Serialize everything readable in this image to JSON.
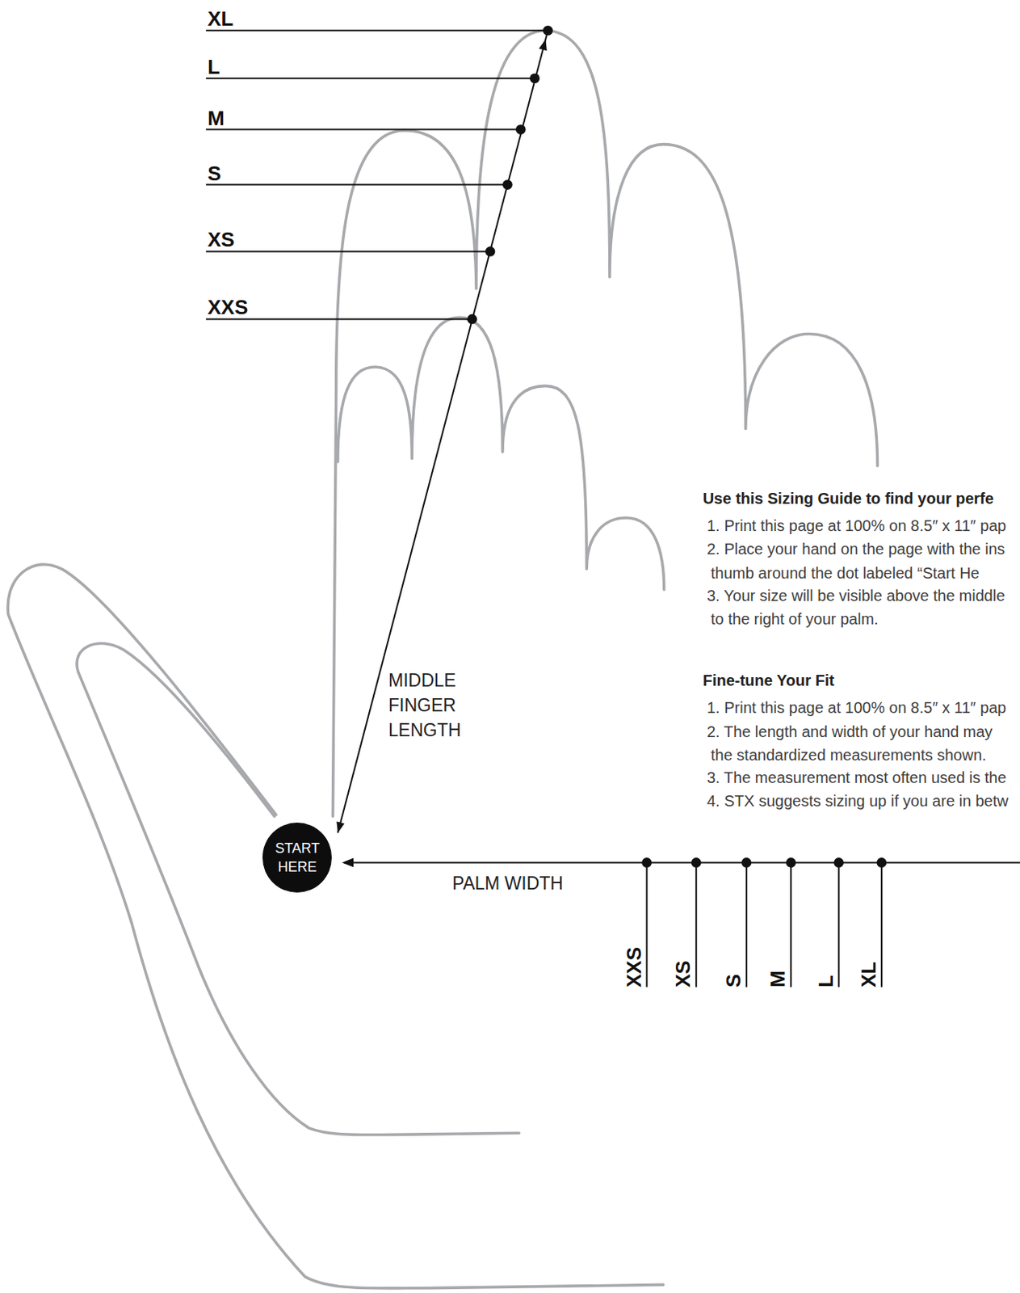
{
  "diagram": {
    "nodes": [
      {
        "text": [
          "START HERE"
        ]
      }
    ],
    "labels": [
      "XL",
      "L",
      "M",
      "S",
      "XS",
      "XXS",
      "Use this Sizing Guide to find your perfe",
      "1. Print this page at 100% on 8.5″ x 11″ pap",
      "2. Place your hand on the page with the ins thumb around the dot labeled “Start He",
      "3. Your size will be visible above the middle to the right of your palm.",
      "MIDDLE FINGER LENGTH",
      "Fine-tune Your Fit",
      "1. Print this page at 100% on 8.5″ x 11″ pap",
      "2. The length and width of your hand may the standardized measurements shown.",
      "3. The measurement most often used is the",
      "4. STX suggests sizing up if you are in betw",
      "PALM WIDTH",
      "XXS",
      "XS",
      "S",
      "M",
      "L",
      "XL"
    ]
  }
}
